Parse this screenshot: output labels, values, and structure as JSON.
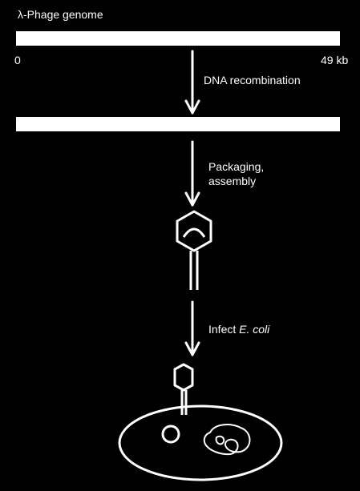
{
  "genome_title": "λ-Phage genome",
  "scale_start": "0",
  "scale_end": "49 kb",
  "step1_label": "DNA recombination",
  "step2_label_line1": "Packaging,",
  "step2_label_line2": "assembly",
  "step3_label_prefix": "Infect ",
  "step3_label_organism": "E. coli",
  "colors": {
    "background": "#000000",
    "foreground": "#ffffff"
  },
  "icons": [
    "down-arrow-icon",
    "phage-particle-icon",
    "bacterial-cell-icon",
    "circular-dna-icon"
  ]
}
